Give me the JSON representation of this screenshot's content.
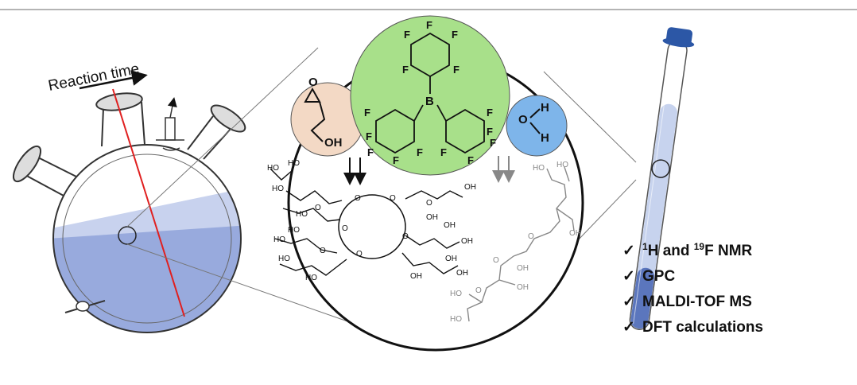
{
  "reaction_label": "Reaction time",
  "glycidol": {
    "hydroxyl": "OH"
  },
  "catalyst": {
    "fluorine": "F",
    "boron": "B"
  },
  "water": {
    "oxygen": "O",
    "hydrogen": "H"
  },
  "polymer_labels": {
    "hydroxyl_left": "HO",
    "hydroxyl_right": "OH",
    "ether": "O"
  },
  "analysis": {
    "nmr_prefix_sup": "1",
    "nmr_mid": "H and ",
    "nmr_sup2": "19",
    "nmr_suffix": "F NMR",
    "gpc": "GPC",
    "maldi": "MALDI-TOF MS",
    "dft": "DFT calculations",
    "check": "✓"
  },
  "colors": {
    "glycidol_bubble": "#f3d9c5",
    "catalyst_bubble": "#a8e08a",
    "water_bubble": "#7eb5ea",
    "solution_light": "#c8d2ee",
    "solution_dark": "#8fa3d9",
    "tube_fill": "#c7d3ee",
    "tube_dark": "#5b76bd",
    "tube_cap": "#2c57a6",
    "marker_line": "#e02020"
  }
}
